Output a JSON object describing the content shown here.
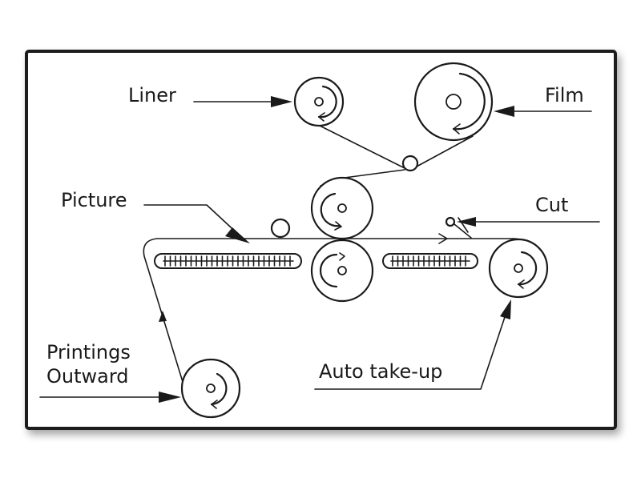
{
  "labels": {
    "liner": "Liner",
    "film": "Film",
    "picture": "Picture",
    "cut": "Cut",
    "printings_line1": "Printings",
    "printings_line2": "Outward",
    "auto_take_up": "Auto take-up"
  },
  "colors": {
    "background": "#ffffff",
    "ink": "#1a1a1a",
    "frame": "#1a1a1a"
  },
  "icons": {
    "rollers": "roller-icon",
    "rotation": "rotation-arrow-icon"
  }
}
